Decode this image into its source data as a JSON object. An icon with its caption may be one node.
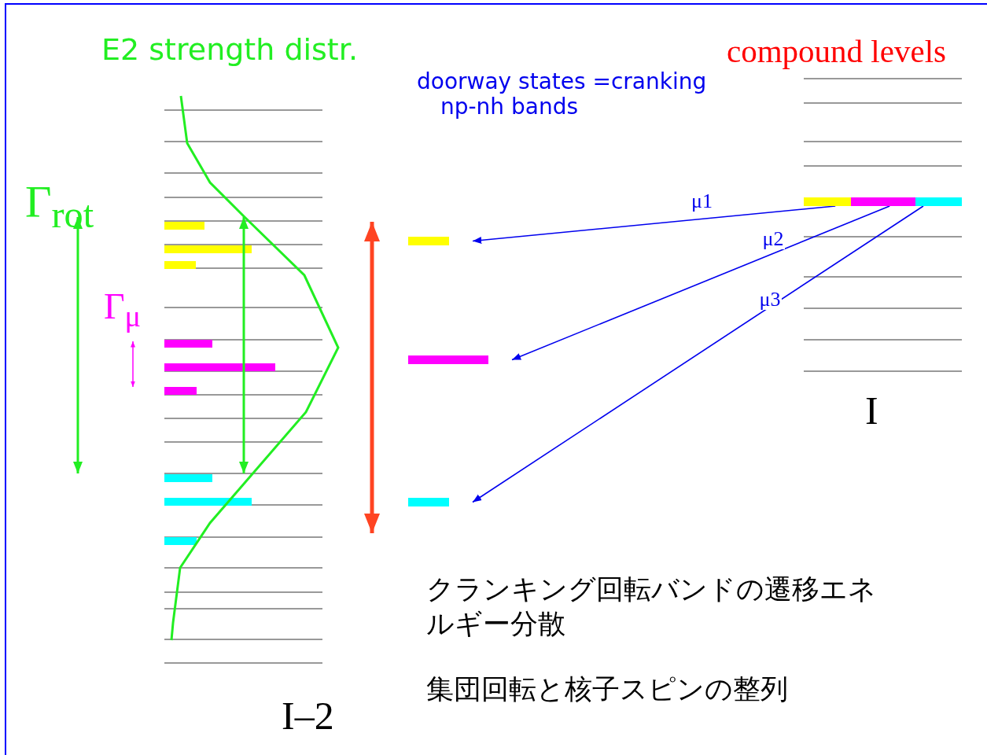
{
  "diagram": {
    "nodes": [
      {
        "text": [],
        "shape": "bar"
      },
      {
        "text": [],
        "shape": "bar"
      },
      {
        "text": [],
        "shape": "bar"
      },
      {
        "text": [],
        "shape": "bar"
      },
      {
        "text": [],
        "shape": "bar"
      },
      {
        "text": [],
        "shape": "bar"
      }
    ],
    "edges": [
      {
        "from": 0,
        "to": 3,
        "arrow": "to",
        "label": "μ1"
      },
      {
        "from": 1,
        "to": 4,
        "arrow": "to",
        "label": "μ2"
      },
      {
        "from": 2,
        "to": 5,
        "arrow": "to",
        "label": "μ3"
      }
    ],
    "labels": [
      "E2 strength distr.",
      "compound levels",
      "doorway states =cranking np-nh bands",
      "Γ$_{rot}$",
      "Γ$_{μ}$",
      "I",
      "I–2",
      "クランキング回転バンドの遷移エネルギー分散",
      "集団回転と核子スピンの整列"
    ]
  }
}
